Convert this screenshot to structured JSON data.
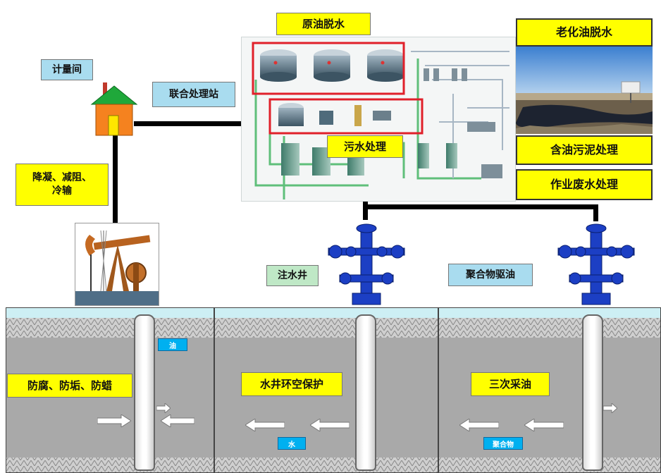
{
  "labels": {
    "metering_room": "计量间",
    "joint_station": "联合处理站",
    "crude_dehydration": "原油脱水",
    "sewage_treatment": "污水处理",
    "aged_oil_dehydration": "老化油脱水",
    "oily_sludge": "含油污泥处理",
    "work_wastewater": "作业废水处理",
    "pour_point": "降凝、减阻、\n冷输",
    "injection_well": "注水井",
    "polymer_flooding": "聚合物驱油",
    "anti_corrosion": "防腐、防垢、防蜡",
    "annulus_protection": "水井环空保护",
    "tertiary_recovery": "三次采油"
  },
  "tags": {
    "oil": "油",
    "water": "水",
    "polymer": "聚合物"
  },
  "colors": {
    "yellow": "#ffff00",
    "light_blue": "#a9dcef",
    "light_green": "#bfe8c6",
    "tag_blue": "#00b0f0",
    "wellhead_blue": "#1c3fc4",
    "highlight_red": "#e0202a"
  }
}
